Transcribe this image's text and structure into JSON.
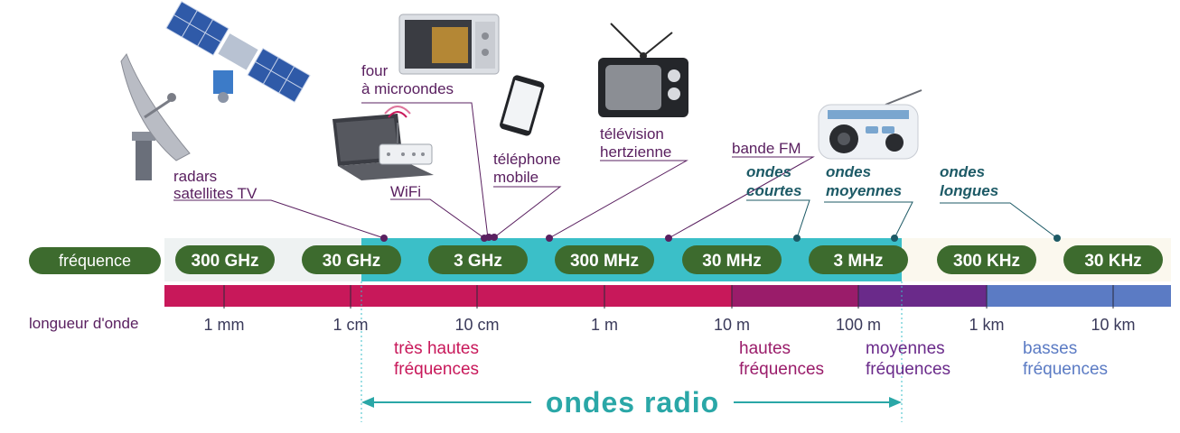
{
  "frequency_label": "fréquence",
  "wavelength_label": "longueur d'onde",
  "frequencies": [
    "300 GHz",
    "30 GHz",
    "3 GHz",
    "300 MHz",
    "30 MHz",
    "3 MHz",
    "300 KHz",
    "30 KHz"
  ],
  "wavelengths": [
    "1 mm",
    "1 cm",
    "10 cm",
    "1 m",
    "10 m",
    "100 m",
    "1 km",
    "10 km"
  ],
  "bands": [
    {
      "line1": "très hautes",
      "line2": "fréquences",
      "color": "#c8185a"
    },
    {
      "line1": "hautes",
      "line2": "fréquences",
      "color": "#9a1c6a"
    },
    {
      "line1": "moyennes",
      "line2": "fréquences",
      "color": "#6a2a8a"
    },
    {
      "line1": "basses",
      "line2": "fréquences",
      "color": "#5b7bc4"
    }
  ],
  "radio_label": "ondes radio",
  "annotations": {
    "radars": [
      "radars",
      "satellites TV"
    ],
    "wifi": "WiFi",
    "micro": [
      "four",
      "à microondes"
    ],
    "phone": [
      "téléphone",
      "mobile"
    ],
    "tv": [
      "télévision",
      "hertzienne"
    ],
    "fm": "bande FM",
    "courtes": [
      "ondes",
      "courtes"
    ],
    "moyennes": [
      "ondes",
      "moyennes"
    ],
    "longues": [
      "ondes",
      "longues"
    ]
  },
  "colors": {
    "pill": "#3d6b2e",
    "cyan": "#3bbfc8",
    "crimson": "#c8185a",
    "violet": "#9a1c6a",
    "purple": "#6a2a8a",
    "blue": "#5b7bc4",
    "teal_text": "#2aa7a7",
    "annotation": "#5a2060",
    "annotation_italic": "#1d5a66"
  },
  "icons": [
    "satellite-dish-icon",
    "satellite-icon",
    "microwave-icon",
    "smartphone-icon",
    "laptop-icon",
    "wifi-router-icon",
    "television-icon",
    "radio-icon"
  ]
}
